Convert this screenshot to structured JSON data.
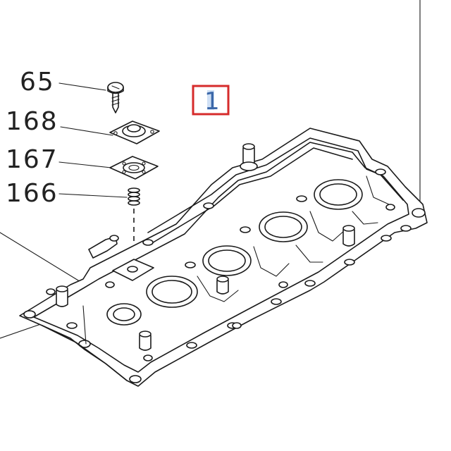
{
  "diagram": {
    "part_labels": [
      {
        "id": "p65",
        "text": "65"
      },
      {
        "id": "p168",
        "text": "168"
      },
      {
        "id": "p167",
        "text": "167"
      },
      {
        "id": "p166",
        "text": "166"
      }
    ],
    "highlight": {
      "text": "1",
      "border_color": "#d62b2b",
      "text_color": "#3b67a8"
    }
  }
}
